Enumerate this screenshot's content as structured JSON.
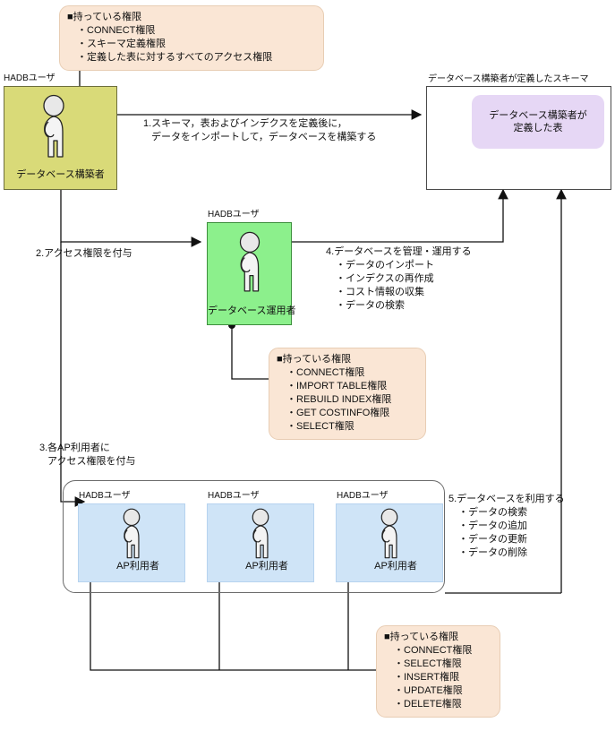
{
  "diagram": {
    "title": "HADB user roles and privileges diagram",
    "colors": {
      "builder_box": "#d9da78",
      "operator_box": "#8cf08c",
      "apuser_box": "#cfe4f7",
      "callout_bg": "#fae6d5",
      "table_chip": "#e6d7f5",
      "line": "#111111"
    }
  },
  "user_tag": "HADBユーザ",
  "builder": {
    "tag": "HADBユーザ",
    "role": "データベース構築者"
  },
  "builder_privileges": {
    "head": "■持っている権限",
    "items": [
      "・CONNECT権限",
      "・スキーマ定義権限",
      "・定義した表に対するすべてのアクセス権限"
    ]
  },
  "schema": {
    "caption": "データベース構築者が定義したスキーマ",
    "table_line1": "データベース構築者が",
    "table_line2": "定義した表"
  },
  "step1": {
    "line1": "1.スキーマ，表およびインデクスを定義後に，",
    "line2": "データをインポートして，データベースを構築する"
  },
  "step2": {
    "line1": "2.アクセス権限を付与"
  },
  "operator": {
    "tag": "HADBユーザ",
    "role": "データベース運用者"
  },
  "step4": {
    "line1": "4.データベースを管理・運用する",
    "items": [
      "・データのインポート",
      "・インデクスの再作成",
      "・コスト情報の収集",
      "・データの検索"
    ]
  },
  "operator_privileges": {
    "head": "■持っている権限",
    "items": [
      "・CONNECT権限",
      "・IMPORT TABLE権限",
      "・REBUILD INDEX権限",
      "・GET COSTINFO権限",
      "・SELECT権限"
    ]
  },
  "step3": {
    "line1": "3.各AP利用者に",
    "line2": "アクセス権限を付与"
  },
  "ap_users": [
    {
      "tag": "HADBユーザ",
      "role": "AP利用者"
    },
    {
      "tag": "HADBユーザ",
      "role": "AP利用者"
    },
    {
      "tag": "HADBユーザ",
      "role": "AP利用者"
    }
  ],
  "step5": {
    "line1": "5.データベースを利用する",
    "items": [
      "・データの検索",
      "・データの追加",
      "・データの更新",
      "・データの削除"
    ]
  },
  "ap_privileges": {
    "head": "■持っている権限",
    "items": [
      "・CONNECT権限",
      "・SELECT権限",
      "・INSERT権限",
      "・UPDATE権限",
      "・DELETE権限"
    ]
  }
}
